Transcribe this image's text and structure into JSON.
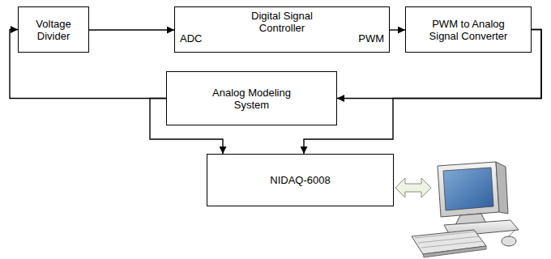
{
  "diagram": {
    "nodes": [
      {
        "text": [
          "Voltage Divider"
        ]
      },
      {
        "text": [
          "Digital Signal Controller",
          "ADC",
          "PWM"
        ]
      },
      {
        "text": [
          "PWM to Analog Signal Converter"
        ]
      },
      {
        "text": [
          "Analog Modeling System"
        ]
      },
      {
        "text": [
          "NIDAQ-6008"
        ]
      }
    ],
    "edges": [
      {
        "from": 0,
        "to": 1,
        "arrow": "to"
      },
      {
        "from": 1,
        "to": 2,
        "arrow": "to"
      },
      {
        "from": 2,
        "to": 3,
        "arrow": "to"
      },
      {
        "from": 3,
        "to": 0,
        "arrow": "to"
      },
      {
        "from": 3,
        "to": 4,
        "arrow": "to"
      },
      {
        "from": 2,
        "to": 4,
        "arrow": "to"
      }
    ]
  }
}
